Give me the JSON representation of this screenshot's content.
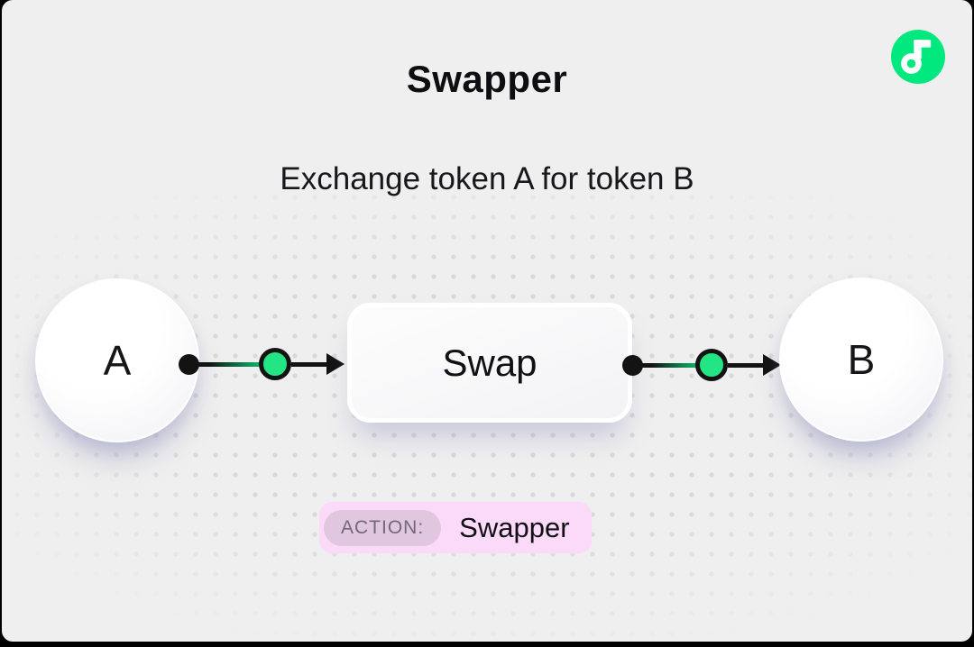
{
  "frame": {
    "background": "#efefef",
    "outer": "#000000"
  },
  "header": {
    "title": "Swapper",
    "subtitle": "Exchange token A for token B"
  },
  "logo": {
    "name": "Flow",
    "color": "#00e87e"
  },
  "diagram": {
    "source_token": {
      "label": "A"
    },
    "process": {
      "label": "Swap"
    },
    "target_token": {
      "label": "B"
    }
  },
  "action_badge": {
    "label": "ACTION:",
    "value": "Swapper",
    "background": "#fbd9f9",
    "pill_background": "#e0c6de",
    "label_color": "#6f6a76"
  },
  "colors": {
    "accent_green": "#23e584",
    "ink": "#131313",
    "dot_grid": "#d9d9d9"
  }
}
